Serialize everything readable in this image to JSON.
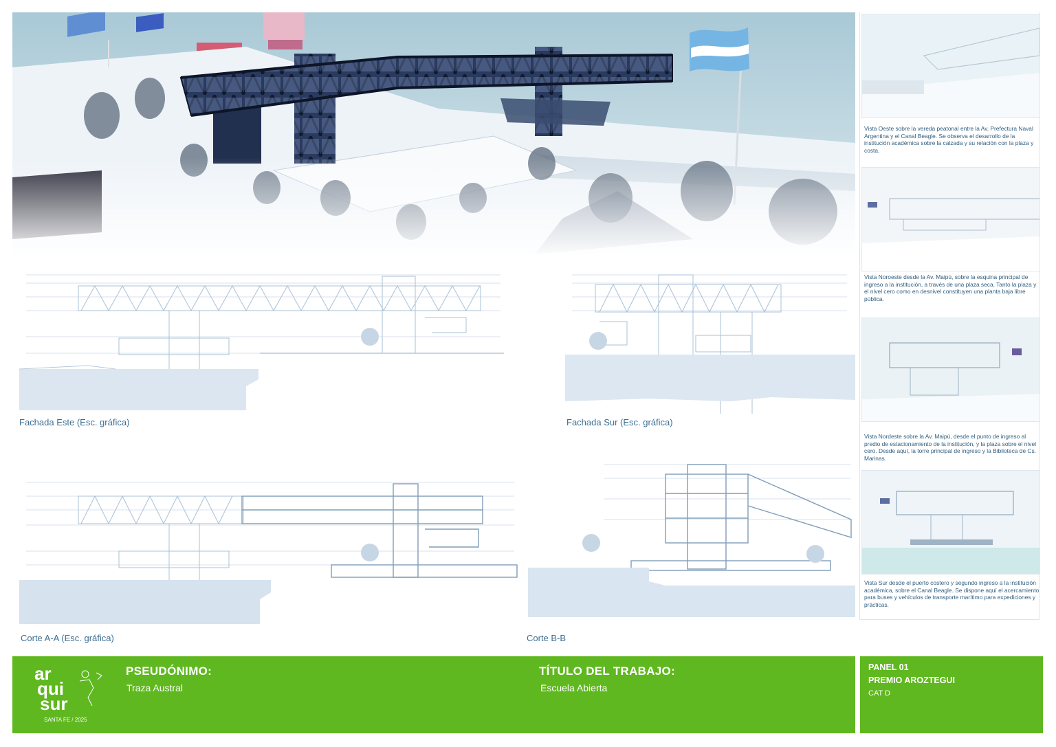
{
  "captions": {
    "fachada_este": "Fachada Este  (Esc. gráfica)",
    "fachada_sur": "Fachada Sur (Esc. gráfica)",
    "corte_aa": "Corte A-A (Esc. gráfica)",
    "corte_bb": "Corte B-B"
  },
  "vistas": [
    {
      "text": "Vista Oeste sobre la vereda peatonal entre la Av. Prefectura Naval Argentina y el Canal Beagle. Se observa el desarrollo de la institución académica sobre la calzada y su relación con la plaza y costa."
    },
    {
      "text": "Vista Noroeste desde la Av. Maipú, sobre la esquina principal de ingreso a la institución, a través de una plaza seca. Tanto la plaza y el nivel cero como en desnivel constituyen una planta baja libre pública."
    },
    {
      "text": "Vista Nordeste sobre la Av. Maipú, desde el punto de ingreso al predio de estacionamiento de la institución, y la plaza sobre el nivel cero. Desde aquí, la torre principal de ingreso y la Biblioteca de Cs. Marinas."
    },
    {
      "text": "Vista Sur desde el puerto costero y segundo ingreso a la institución académica, sobre el Canal Beagle. Se dispone aquí el acercamiento para buses y vehículos de transporte marítimo para expediciones y prácticas."
    }
  ],
  "footer": {
    "logo": {
      "line1": "ar",
      "line2": "qui",
      "line3": "sur",
      "edition": "SANTA FE / 2025"
    },
    "pseudonimo_label": "PSEUDÓNIMO:",
    "pseudonimo_value": "Traza Austral",
    "titulo_label": "TÍTULO DEL TRABAJO:",
    "titulo_value": "Escuela Abierta",
    "panel": "PANEL 01",
    "premio": "PREMIO AROZTEGUI",
    "categoria": "CAT D"
  },
  "colors": {
    "footer_green": "#5fb81f",
    "caption_blue": "#3e6f93",
    "structure_dark": "#1e2a45",
    "flag_blue": "#74b5e3"
  }
}
